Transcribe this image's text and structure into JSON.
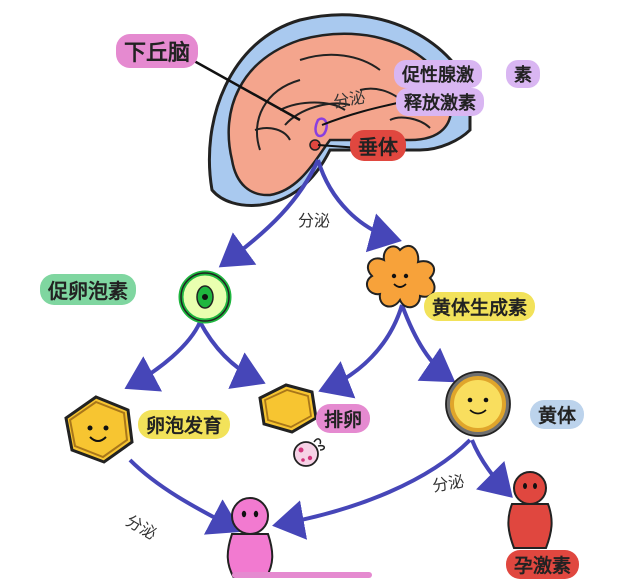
{
  "labels": {
    "hypothalamus": "下丘脑",
    "gnrh_line1": "促性腺激",
    "gnrh_line2": "素",
    "gnrh_release": "释放激素",
    "pituitary": "垂体",
    "secrete": "分泌",
    "fsh": "促卵泡素",
    "lh": "黄体生成素",
    "follicle_dev": "卵泡发育",
    "ovulation": "排卵",
    "corpus_luteum": "黄体",
    "progesterone": "孕激素"
  },
  "colors": {
    "pink_pill": "#e58ad0",
    "green_pill": "#7fd6a0",
    "lavender_pill": "#d9b6f2",
    "red_pill": "#e0473f",
    "yellow_pill": "#f2e25a",
    "blue_pill": "#bcd3ec",
    "arrow": "#4646b8",
    "brain": "#f4a58d",
    "skull": "#a9c9ef",
    "hex": "#f7c531",
    "egg": "#1fb63f"
  },
  "icons": [
    "brain-icon",
    "hexagon-face-icon",
    "egg-cell-icon",
    "star-cell-icon",
    "round-cell-icon",
    "sperm-like-icon",
    "pink-figure-icon",
    "red-figure-icon"
  ]
}
